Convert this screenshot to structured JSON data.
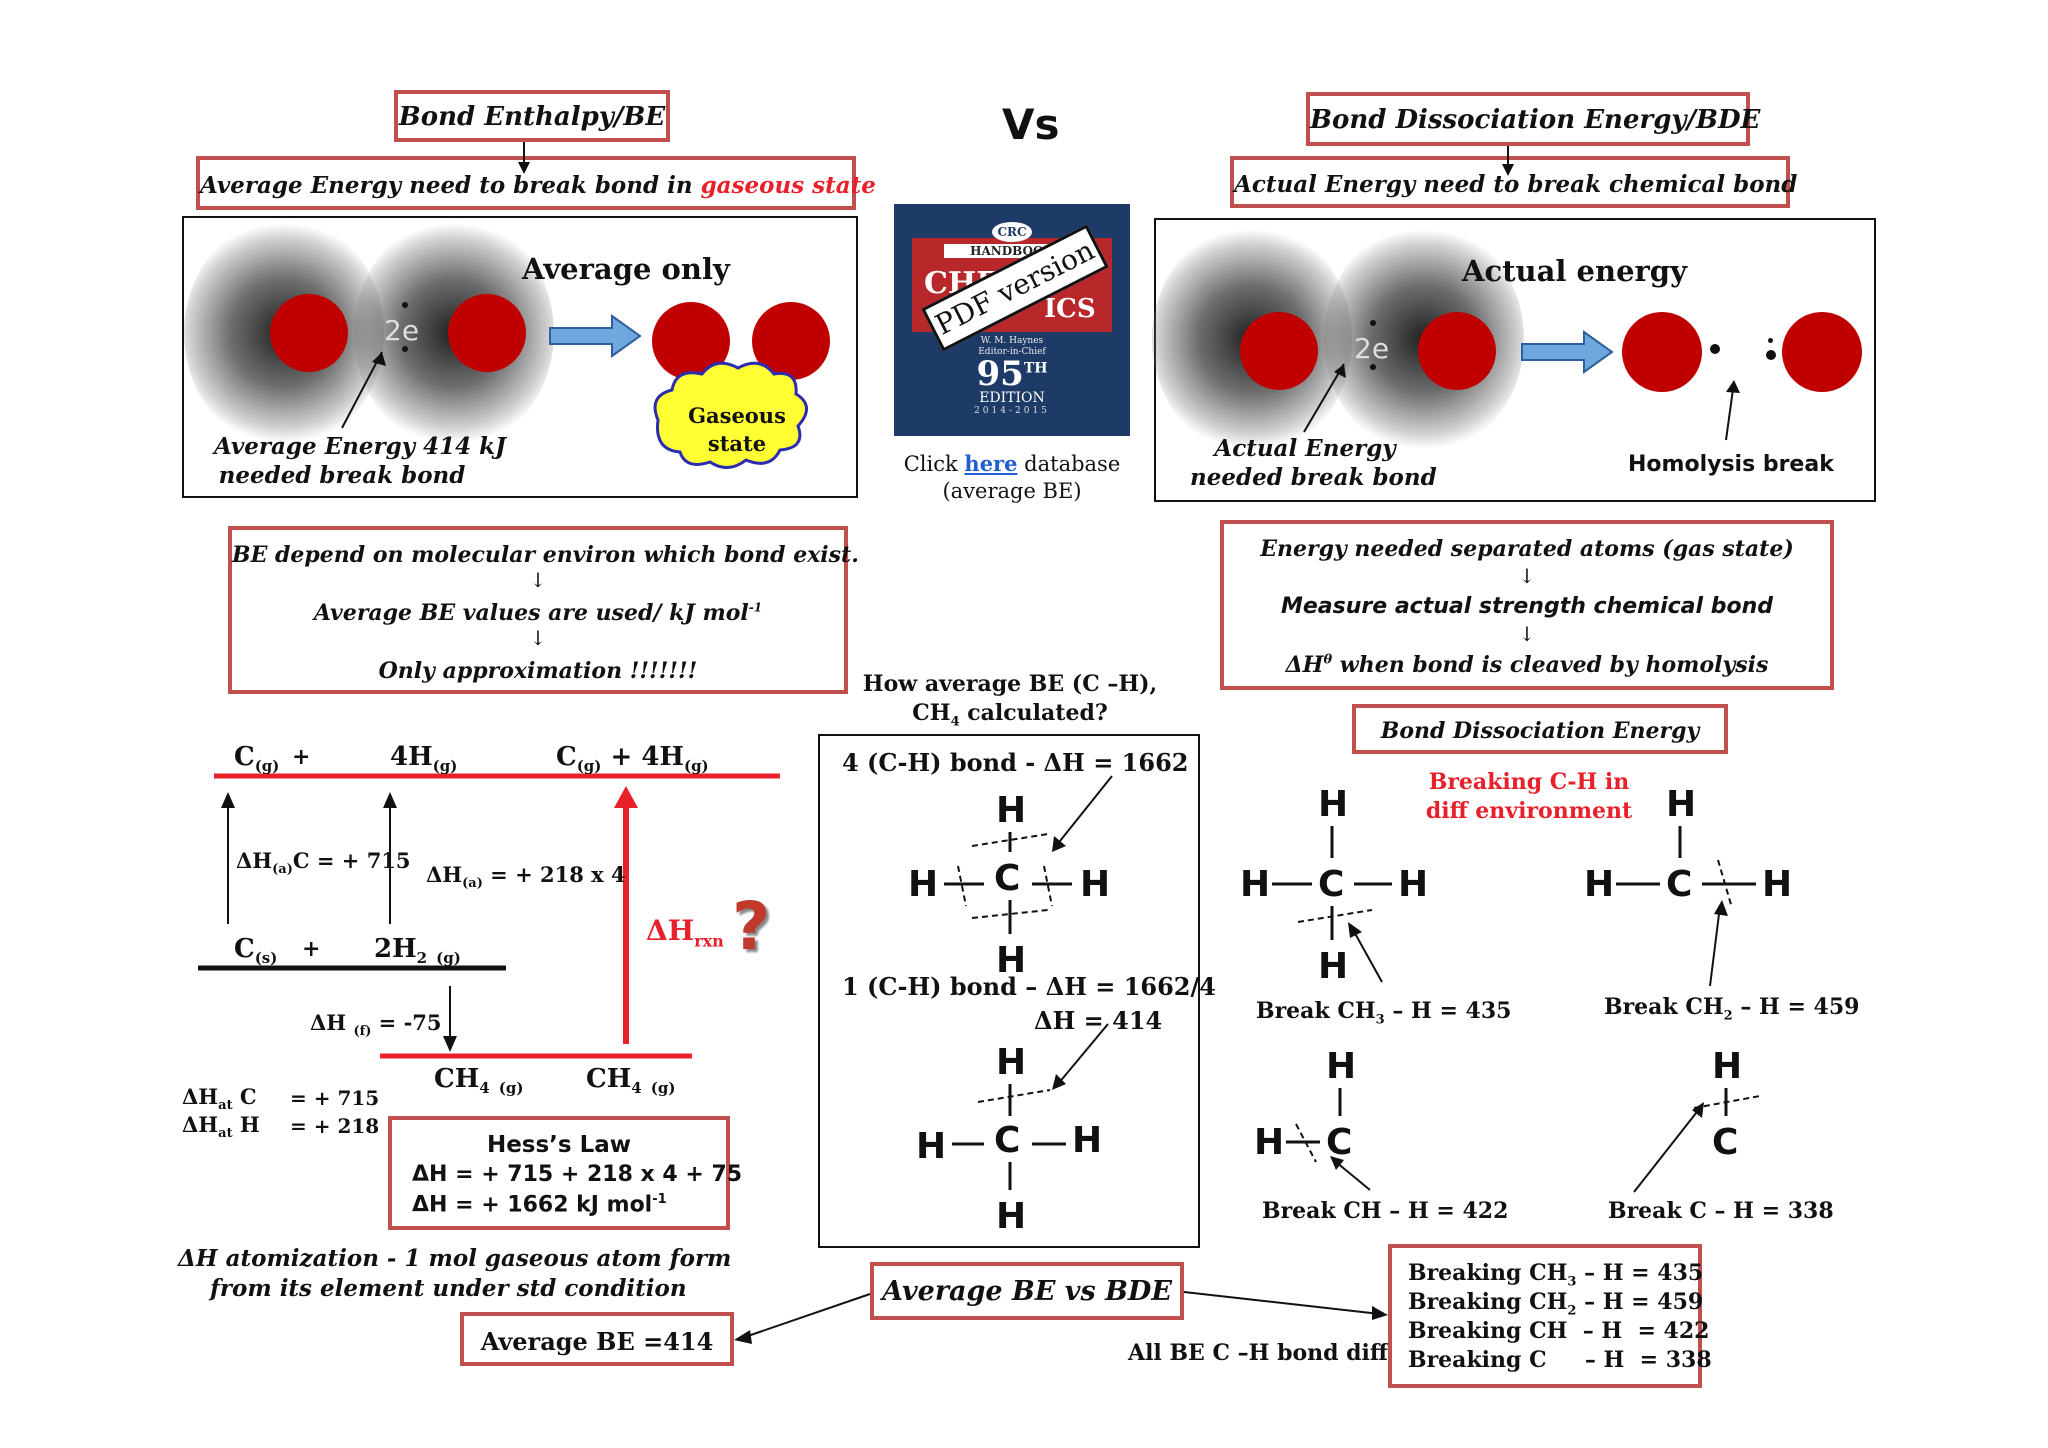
{
  "left_header": {
    "title": "Bond Enthalpy/BE",
    "definition_prefix": "Average Energy need to break bond in",
    "definition_highlight": "gaseous state"
  },
  "vs_label": "Vs",
  "right_header": {
    "title": "Bond Dissociation Energy/BDE",
    "definition": "Actual Energy need to break chemical bond"
  },
  "left_panel": {
    "heading": "Average only",
    "electron_label": "2e",
    "caption_line1": "Average Energy 414 kJ",
    "caption_line2": "needed break bond",
    "cloud_line1": "Gaseous",
    "cloud_line2": "state"
  },
  "right_panel": {
    "heading": "Actual energy",
    "electron_label": "2e",
    "caption_line1": "Actual Energy",
    "caption_line2": "needed break bond",
    "homolysis": "Homolysis break"
  },
  "book": {
    "publisher": "CRC",
    "title_line1": "HANDBOOK",
    "title_part": "CHE",
    "title_part2": "ICS",
    "stamp": "PDF  version",
    "editor": "W. M. Haynes",
    "editor_role": "Editor-in-Chief",
    "edition_number": "95",
    "edition_suffix": "TH",
    "edition_word": "EDITION",
    "years": "2014-2015",
    "link_prefix": "Click",
    "link_text": "here",
    "link_suffix": "database",
    "link_line2": "(average BE)"
  },
  "be_notes": {
    "line1": "BE depend on molecular environ which bond exist.",
    "arrow": "↓",
    "line2": "Average BE values  are used/ kJ mol",
    "line2_sup": "-1",
    "line3": "Only approximation !!!!!!!"
  },
  "bde_notes": {
    "line1": "Energy needed separated atoms (gas state)",
    "arrow": "↓",
    "line2": "Measure actual strength chemical bond",
    "line3_prefix": "ΔH",
    "line3_sup": "θ",
    "line3_suffix": " when bond is cleaved by homolysis"
  },
  "hess": {
    "top_left_c": "C",
    "top_left_c_sub": "(g)",
    "plus": "+",
    "top_4h": "4H",
    "top_4h_sub": "(g)",
    "top_right_c": "C",
    "top_right_c_sub": "(g)",
    "top_right_plus": "+",
    "top_right_4h": "4H",
    "top_right_4h_sub": "(g)",
    "dh_c_prefix": "ΔH",
    "dh_c_sub": "(a)",
    "dh_c_suffix": "C = + 715",
    "dh_h_prefix": "ΔH",
    "dh_h_sub": "(a)",
    "dh_h_suffix": " =  + 218 x 4",
    "mid_c": "C",
    "mid_c_sub": "(s)",
    "mid_plus": "+",
    "mid_2h": "2H",
    "mid_2h_sub2": "2",
    "mid_2h_sub": "(g)",
    "dhf_prefix": "ΔH",
    "dhf_sub": "(f)",
    "dhf_suffix": " = -75",
    "ch4_left": "CH",
    "ch4_left_sub": "4",
    "ch4_left_state": "(g)",
    "ch4_right": "CH",
    "ch4_right_sub": "4",
    "ch4_right_state": "(g)",
    "rxn_prefix": "ΔH",
    "rxn_sub": "rxn",
    "question": "?",
    "at_c_prefix": "ΔH",
    "at_c_sub": "at",
    "at_c_el": " C",
    "at_c_val": "= + 715",
    "at_h_prefix": "ΔH",
    "at_h_sub": "at",
    "at_h_el": " H",
    "at_h_val": "= + 218",
    "law_title": "Hess’s Law",
    "law_line1": "ΔH  = + 715 + 218 x 4 + 75",
    "law_line2_prefix": "ΔH  = + 1662 kJ mol",
    "law_line2_sup": "-1",
    "atomization_line1": "ΔH atomization - 1 mol  gaseous atom form",
    "atomization_line2": "from its element under std condition"
  },
  "calc": {
    "question_line1": "How average BE (C –H),",
    "question_line2_prefix": "CH",
    "question_line2_sub": "4",
    "question_line2_suffix": " calculated?",
    "four_bond": "4 (C-H) bond -  ΔH = 1662",
    "one_bond": "1 (C-H) bond –  ΔH = 1662/4",
    "one_bond_result": "ΔH = 414",
    "atom_h": "H",
    "atom_c": "C"
  },
  "bde_section": {
    "title": "Bond Dissociation Energy",
    "breaking_line1": "Breaking C-H in",
    "breaking_line2": "diff environment",
    "break_ch3": "Break CH",
    "break_ch3_sub": "3",
    "break_ch3_val": " – H = 435",
    "break_ch2": "Break CH",
    "break_ch2_sub": "2",
    "break_ch2_val": " – H = 459",
    "break_ch": "Break CH – H = 422",
    "break_c": "Break C – H = 338",
    "atom_h": "H",
    "atom_c": "C"
  },
  "bottom": {
    "avg_vs_bde": "Average BE vs BDE",
    "avg_be": "Average BE =414",
    "all_diff": "All BE C –H bond diff",
    "list": [
      {
        "prefix": "Breaking CH",
        "sub": "3",
        "suffix": " – H  = 435"
      },
      {
        "prefix": "Breaking CH",
        "sub": "2",
        "suffix": " – H  = 459"
      },
      {
        "prefix": "Breaking CH ",
        "sub": "",
        "suffix": " – H  = 422"
      },
      {
        "prefix": "Breaking C ",
        "sub": "",
        "suffix": "    – H  = 338"
      }
    ]
  },
  "colors": {
    "box_border": "#c0504d",
    "red_text": "#e8202a",
    "atom_red": "#c00000",
    "arrow_blue": "#4f81bd",
    "cloud_yellow": "#ffff33",
    "link_blue": "#1f5fd0"
  }
}
